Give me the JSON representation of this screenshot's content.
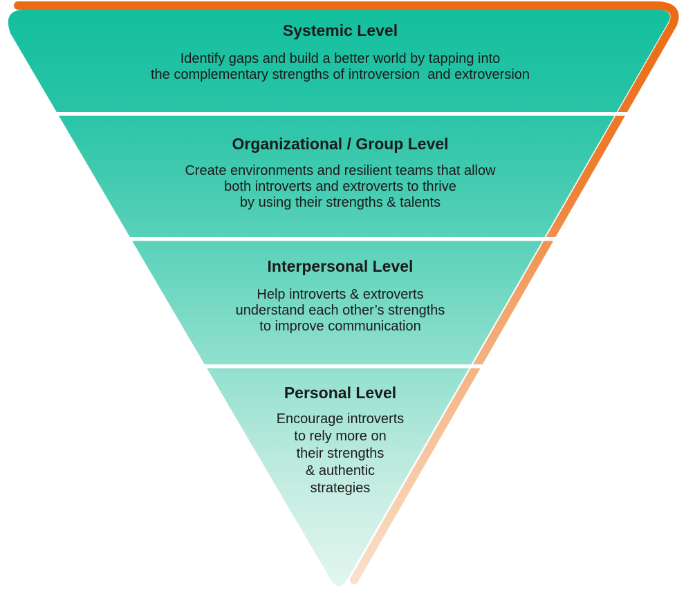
{
  "diagram": {
    "type": "inverted-pyramid",
    "colors": {
      "pyramid_top": "#13BF9E",
      "pyramid_bottom": "#E4F7F0",
      "accent_border_top": "#EB6A13",
      "accent_border_bottom": "#FBE3D0",
      "divider": "#FFFFFF",
      "text": "#1A1A1A"
    },
    "levels": [
      {
        "heading": "Systemic Level",
        "lines": [
          "Identify gaps and build a better world by tapping into",
          "the complementary strengths of introversion  and extroversion"
        ]
      },
      {
        "heading": "Organizational / Group Level",
        "lines": [
          "Create environments and resilient teams that allow",
          "both introverts and extroverts to thrive",
          "by using their strengths & talents"
        ]
      },
      {
        "heading": "Interpersonal Level",
        "lines": [
          "Help introverts & extroverts",
          "understand each other’s strengths",
          "to improve communication"
        ]
      },
      {
        "heading": "Personal Level",
        "lines": [
          "Encourage introverts",
          "to rely more on",
          "their strengths",
          "& authentic",
          "strategies"
        ]
      }
    ]
  }
}
